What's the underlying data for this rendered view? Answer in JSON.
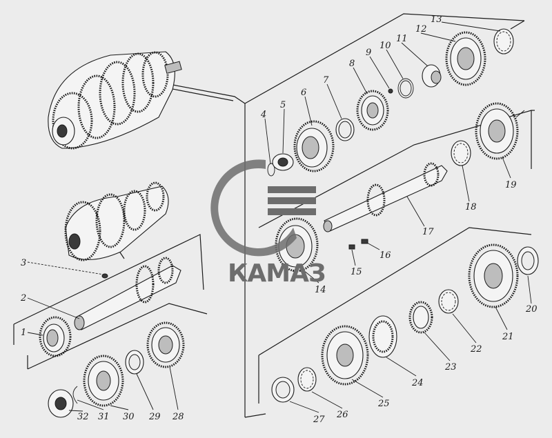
{
  "logo": {
    "text": "КАМАЗ",
    "color": "#6d6d6d"
  },
  "part_labels": [
    "1",
    "2",
    "3",
    "4",
    "5",
    "6",
    "7",
    "8",
    "9",
    "10",
    "11",
    "12",
    "13",
    "14",
    "15",
    "16",
    "17",
    "18",
    "19",
    "20",
    "21",
    "22",
    "23",
    "24",
    "25",
    "26",
    "27",
    "28",
    "29",
    "30",
    "31",
    "32"
  ],
  "colors": {
    "background": "#ececec",
    "ink": "#1a1a1a"
  }
}
